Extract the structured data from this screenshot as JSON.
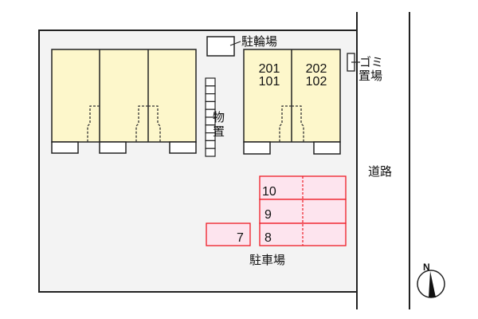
{
  "labels": {
    "bicycle_parking": "駐輪場",
    "storage": [
      "物",
      "置"
    ],
    "garbage": [
      "ゴミ",
      "置場"
    ],
    "road": "道路",
    "parking": "駐車場",
    "north": "N"
  },
  "units": {
    "right_left": [
      "201",
      "101"
    ],
    "right_right": [
      "202",
      "102"
    ]
  },
  "parking_spots": [
    "10",
    "9",
    "8",
    "7"
  ],
  "colors": {
    "site": "#f3f3f3",
    "building": "#fdf7cb",
    "parking_fill": "#fde4ee",
    "parking_stroke": "#ee1c25"
  }
}
